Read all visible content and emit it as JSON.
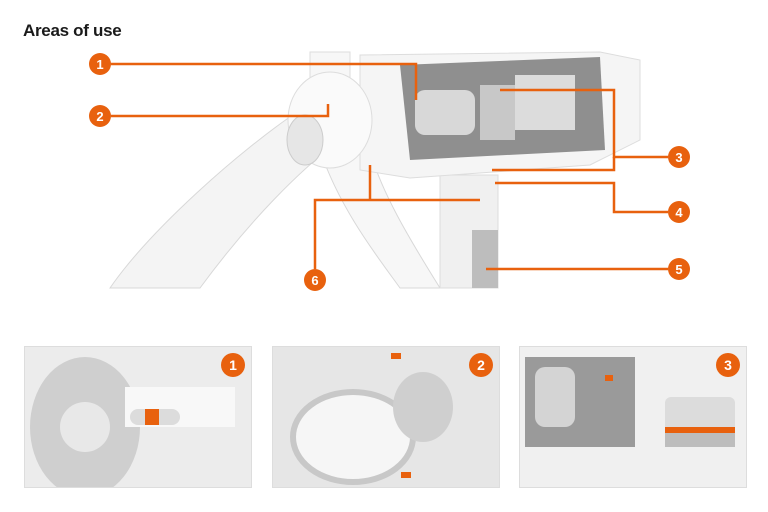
{
  "page": {
    "title": "Areas of use"
  },
  "colors": {
    "accent": "#e8610e"
  },
  "diagram": {
    "markers": [
      "1",
      "2",
      "3",
      "4",
      "5",
      "6"
    ]
  },
  "thumbnails": [
    {
      "badge": "1"
    },
    {
      "badge": "2"
    },
    {
      "badge": "3"
    }
  ]
}
